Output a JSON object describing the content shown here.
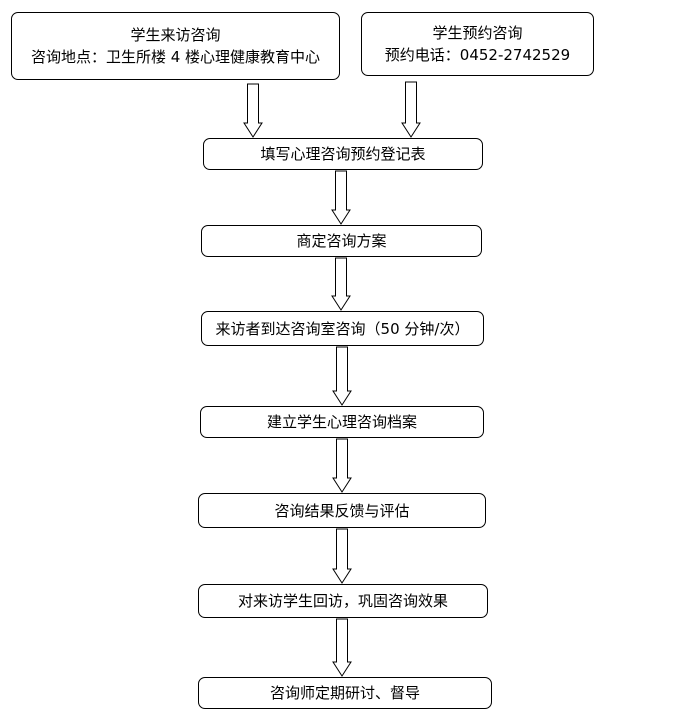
{
  "top_boxes": [
    {
      "title": "学生来访咨询",
      "detail": "咨询地点：卫生所楼 4 楼心理健康教育中心"
    },
    {
      "title": "学生预约咨询",
      "detail": "预约电话：0452-2742529"
    }
  ],
  "steps": [
    "填写心理咨询预约登记表",
    "商定咨询方案",
    "来访者到达咨询室咨询（50 分钟/次）",
    "建立学生心理咨询档案",
    "咨询结果反馈与评估",
    "对来访学生回访，巩固咨询效果",
    "咨询师定期研讨、督导"
  ]
}
